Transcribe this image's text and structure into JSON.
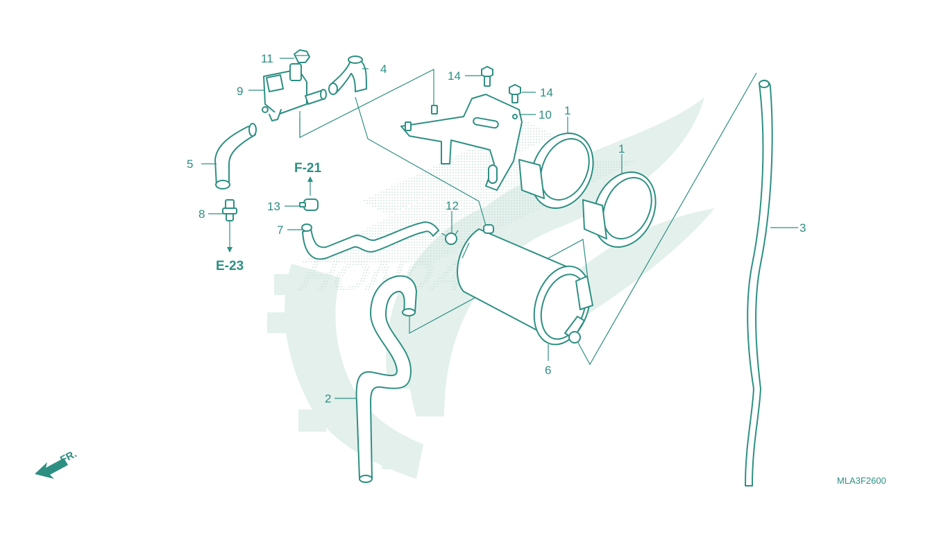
{
  "diagram": {
    "callouts": {
      "c1a": "1",
      "c1b": "1",
      "c2": "2",
      "c3": "3",
      "c4": "4",
      "c5": "5",
      "c6": "6",
      "c7": "7",
      "c8": "8",
      "c9": "9",
      "c10": "10",
      "c11": "11",
      "c12": "12",
      "c13": "13",
      "c14a": "14",
      "c14b": "14"
    },
    "references": {
      "f21": "F-21",
      "e23": "E-23"
    },
    "front_indicator": "FR.",
    "watermark_text": "HONDA",
    "diagram_code": "MLA3F2600"
  },
  "colors": {
    "line": "#2d8f82",
    "watermark": "#e3f0ec",
    "background": "#ffffff"
  }
}
